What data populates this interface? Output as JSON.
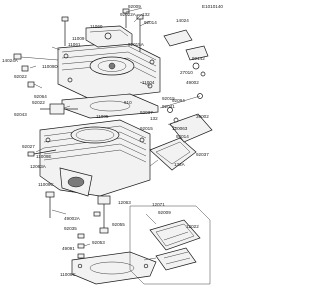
{
  "diagram_id": "E1010140",
  "parts": {
    "p92009_top": "92009",
    "p132": "132",
    "p92022_a": "92022A",
    "p92014_top": "92014",
    "p11060": "11060",
    "p14024_right": "14024",
    "p11061": "11061",
    "p92015a": "92015A",
    "p11009": "11009",
    "p14024_left": "14024A",
    "p11009d": "11009D",
    "p92022": "92022",
    "p11004": "11004",
    "p92142": "92142",
    "p27010": "27010",
    "p49002": "49002",
    "p92064_left": "92064",
    "p92022_b": "92022",
    "p92043": "92043",
    "p92094_r": "92094",
    "p11005": "11005",
    "p610": "610",
    "p92037_a": "92037",
    "p132_mid": "132",
    "p92015": "92015",
    "p92041": "92041",
    "p39002": "39002",
    "p92015_mid": "92015",
    "p120063": "120063",
    "p92014": "92014",
    "p92037_b": "92037",
    "p132a": "132A",
    "p92027": "92027",
    "p11009e": "11009E",
    "p12063a": "12063A",
    "p12063": "12063",
    "p11009c": "11009C",
    "p49002a": "49002A",
    "p92055": "92055",
    "p92035": "92035",
    "p12071": "12071",
    "p92009": "92009",
    "p92053": "92053",
    "p49091": "49091",
    "p12022": "12022",
    "p11009_bottom": "11009C"
  }
}
